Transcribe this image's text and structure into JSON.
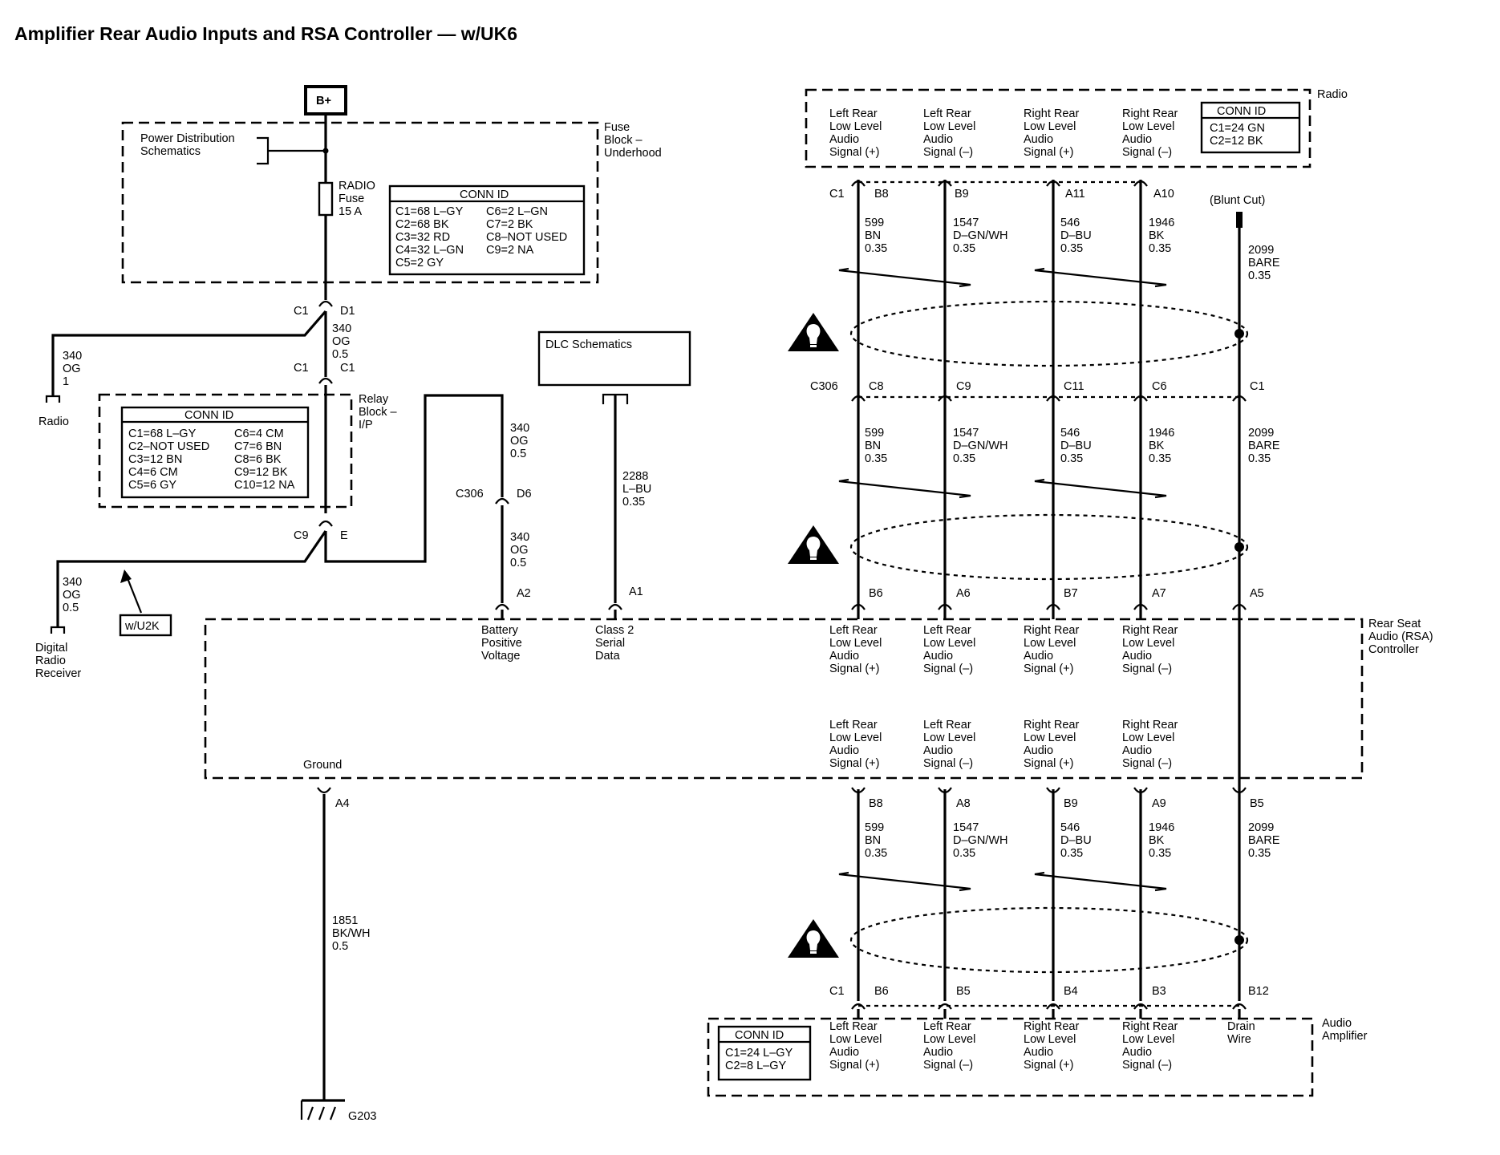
{
  "title": "Amplifier Rear Audio Inputs and RSA Controller — w/UK6",
  "bplus": "B+",
  "fuse_block": {
    "name": [
      "Fuse",
      "Block –",
      "Underhood"
    ],
    "power_dist": [
      "Power Distribution",
      "Schematics"
    ],
    "fuse": [
      "RADIO",
      "Fuse",
      "15 A"
    ],
    "conn_title": "CONN ID",
    "conn_left": [
      "C1=68 L–GY",
      "C2=68 BK",
      "C3=32 RD",
      "C4=32 L–GN",
      "C5=2 GY"
    ],
    "conn_right": [
      "C6=2 L–GN",
      "C7=2 BK",
      "C8–NOT USED",
      "C9=2 NA"
    ]
  },
  "radio_branch": {
    "wire": [
      "340",
      "OG",
      "1"
    ],
    "dest": "Radio"
  },
  "fuse_out": {
    "conn_left": "C1",
    "conn_right": "D1",
    "wire": [
      "340",
      "OG",
      "0.5"
    ]
  },
  "relay_block": {
    "name": [
      "Relay",
      "Block –",
      "I/P"
    ],
    "in_left": "C1",
    "in_right": "C1",
    "out_left": "C9",
    "out_right": "E",
    "conn_title": "CONN ID",
    "conn_left": [
      "C1=68 L–GY",
      "C2–NOT USED",
      "C3=12 BN",
      "C4=6 CM",
      "C5=6 GY"
    ],
    "conn_right": [
      "C6=4 CM",
      "C7=6 BN",
      "C8=6 BK",
      "C9=12 BK",
      "C10=12 NA"
    ]
  },
  "drr": {
    "wire": [
      "340",
      "OG",
      "0.5"
    ],
    "dest": [
      "Digital",
      "Radio",
      "Receiver"
    ],
    "option": "w/U2K"
  },
  "bpv": {
    "wire_upper": [
      "340",
      "OG",
      "0.5"
    ],
    "inline": {
      "left": "C306",
      "right": "D6"
    },
    "wire_lower": [
      "340",
      "OG",
      "0.5"
    ],
    "pin": "A2",
    "label": [
      "Battery",
      "Positive",
      "Voltage"
    ]
  },
  "dlc": {
    "box": "DLC Schematics",
    "wire": [
      "2288",
      "L–BU",
      "0.35"
    ],
    "pin": "A1",
    "label": [
      "Class 2",
      "Serial",
      "Data"
    ]
  },
  "radio": {
    "name": "Radio",
    "conn_title": "CONN ID",
    "conn_lines": [
      "C1=24 GN",
      "C2=12 BK"
    ],
    "pins_conn": "C1",
    "pins": [
      "B8",
      "B9",
      "A11",
      "A10"
    ],
    "signals": [
      [
        "Left Rear",
        "Low Level",
        "Audio",
        "Signal (+)"
      ],
      [
        "Left Rear",
        "Low Level",
        "Audio",
        "Signal (–)"
      ],
      [
        "Right Rear",
        "Low Level",
        "Audio",
        "Signal (+)"
      ],
      [
        "Right Rear",
        "Low Level",
        "Audio",
        "Signal (–)"
      ]
    ]
  },
  "blunt_cut": "(Blunt Cut)",
  "wires_top": [
    [
      "599",
      "BN",
      "0.35"
    ],
    [
      "1547",
      "D–GN/WH",
      "0.35"
    ],
    [
      "546",
      "D–BU",
      "0.35"
    ],
    [
      "1946",
      "BK",
      "0.35"
    ],
    [
      "2099",
      "BARE",
      "0.35"
    ]
  ],
  "inline_c306": {
    "name": "C306",
    "pins": [
      "C8",
      "C9",
      "C11",
      "C6",
      "C1"
    ]
  },
  "wires_mid": [
    [
      "599",
      "BN",
      "0.35"
    ],
    [
      "1547",
      "D–GN/WH",
      "0.35"
    ],
    [
      "546",
      "D–BU",
      "0.35"
    ],
    [
      "1946",
      "BK",
      "0.35"
    ],
    [
      "2099",
      "BARE",
      "0.35"
    ]
  ],
  "rsa": {
    "name": [
      "Rear Seat",
      "Audio (RSA)",
      "Controller"
    ],
    "top_pins": [
      "B6",
      "A6",
      "B7",
      "A7",
      "A5"
    ],
    "top_signals": [
      [
        "Left Rear",
        "Low Level",
        "Audio",
        "Signal (+)"
      ],
      [
        "Left Rear",
        "Low Level",
        "Audio",
        "Signal (–)"
      ],
      [
        "Right Rear",
        "Low Level",
        "Audio",
        "Signal (+)"
      ],
      [
        "Right Rear",
        "Low Level",
        "Audio",
        "Signal (–)"
      ]
    ],
    "bottom_signals": [
      [
        "Left Rear",
        "Low Level",
        "Audio",
        "Signal (+)"
      ],
      [
        "Left Rear",
        "Low Level",
        "Audio",
        "Signal (–)"
      ],
      [
        "Right Rear",
        "Low Level",
        "Audio",
        "Signal (+)"
      ],
      [
        "Right Rear",
        "Low Level",
        "Audio",
        "Signal (–)"
      ]
    ],
    "ground_label": "Ground",
    "ground_pin": "A4",
    "bottom_pins": [
      "B8",
      "A8",
      "B9",
      "A9",
      "B5"
    ]
  },
  "wires_bottom": [
    [
      "599",
      "BN",
      "0.35"
    ],
    [
      "1547",
      "D–GN/WH",
      "0.35"
    ],
    [
      "546",
      "D–BU",
      "0.35"
    ],
    [
      "1946",
      "BK",
      "0.35"
    ],
    [
      "2099",
      "BARE",
      "0.35"
    ]
  ],
  "ground_wire": [
    "1851",
    "BK/WH",
    "0.5"
  ],
  "ground_point": "G203",
  "amplifier": {
    "name": [
      "Audio",
      "Amplifier"
    ],
    "pins_conn": "C1",
    "pins": [
      "B6",
      "B5",
      "B4",
      "B3",
      "B12"
    ],
    "conn_title": "CONN ID",
    "conn_lines": [
      "C1=24 L–GY",
      "C2=8 L–GY"
    ],
    "signals": [
      [
        "Left Rear",
        "Low Level",
        "Audio",
        "Signal (+)"
      ],
      [
        "Left Rear",
        "Low Level",
        "Audio",
        "Signal (–)"
      ],
      [
        "Right Rear",
        "Low Level",
        "Audio",
        "Signal (+)"
      ],
      [
        "Right Rear",
        "Low Level",
        "Audio",
        "Signal (–)"
      ],
      [
        "Drain",
        "Wire"
      ]
    ]
  }
}
